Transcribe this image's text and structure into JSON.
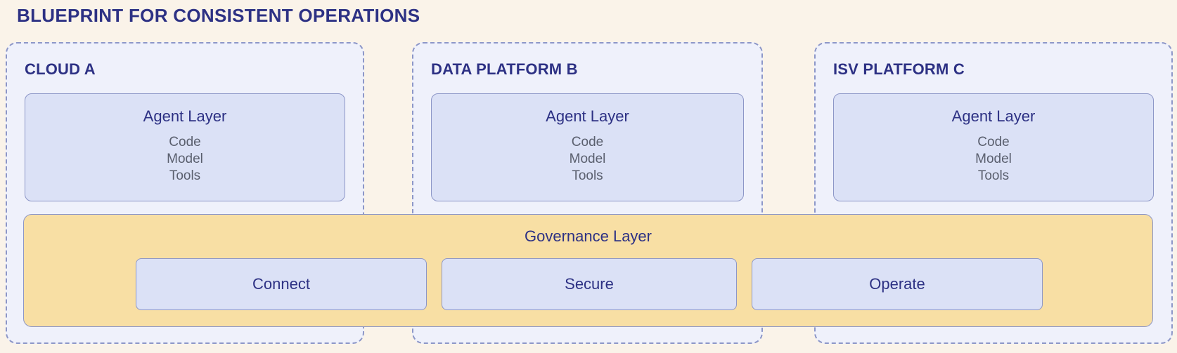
{
  "title": "BLUEPRINT FOR CONSISTENT OPERATIONS",
  "colors": {
    "background": "#faf3e9",
    "container_fill": "#eff1fb",
    "container_border": "#8d97c8",
    "box_fill": "#dbe1f6",
    "box_border": "#8c96c7",
    "governance_fill": "#f8dfa4",
    "heading_text": "#2d3184",
    "body_text": "#5a5f6e"
  },
  "platforms": [
    {
      "name": "CLOUD A",
      "agent_layer": {
        "title": "Agent Layer",
        "items": [
          "Code",
          "Model",
          "Tools"
        ]
      }
    },
    {
      "name": "DATA PLATFORM B",
      "agent_layer": {
        "title": "Agent Layer",
        "items": [
          "Code",
          "Model",
          "Tools"
        ]
      }
    },
    {
      "name": "ISV PLATFORM C",
      "agent_layer": {
        "title": "Agent Layer",
        "items": [
          "Code",
          "Model",
          "Tools"
        ]
      }
    }
  ],
  "governance_layer": {
    "title": "Governance Layer",
    "boxes": [
      "Connect",
      "Secure",
      "Operate"
    ]
  }
}
